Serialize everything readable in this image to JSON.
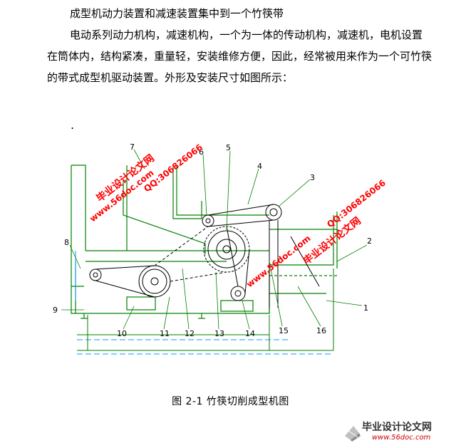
{
  "document": {
    "paragraph1": "成型机动力装置和减速装置集中到一个竹筷带",
    "paragraph2": "电动系列动力机构，减速机构，一个为一体的传动机构，减速机，电机设置在筒体内，结构紧凑，重量轻，安装维修方便，因此，经常被用来作为一个可竹筷的带式成型机驱动装置。外形及安装尺寸如图所示：",
    "dot": ".",
    "caption": "图 2-1  竹筷切削成型机图"
  },
  "figure": {
    "part_numbers": [
      "1",
      "2",
      "3",
      "4",
      "5",
      "6",
      "7",
      "8",
      "9",
      "10",
      "11",
      "12",
      "13",
      "14",
      "15",
      "16"
    ],
    "watermarks": {
      "left_site": "www.56doc.com",
      "left_name": "毕业设计论文网",
      "left_qq": "QQ:306826066",
      "right_site": "www.56doc.com",
      "right_name": "毕业设计论文网",
      "right_qq": "QQ:306826066"
    },
    "colors": {
      "outline": "#008000",
      "detail": "#000000",
      "watermark": "#ff0000",
      "dimension": "#00a0ff"
    }
  },
  "brand": {
    "name": "毕业设计论文网",
    "site": "www.56doc.com"
  }
}
